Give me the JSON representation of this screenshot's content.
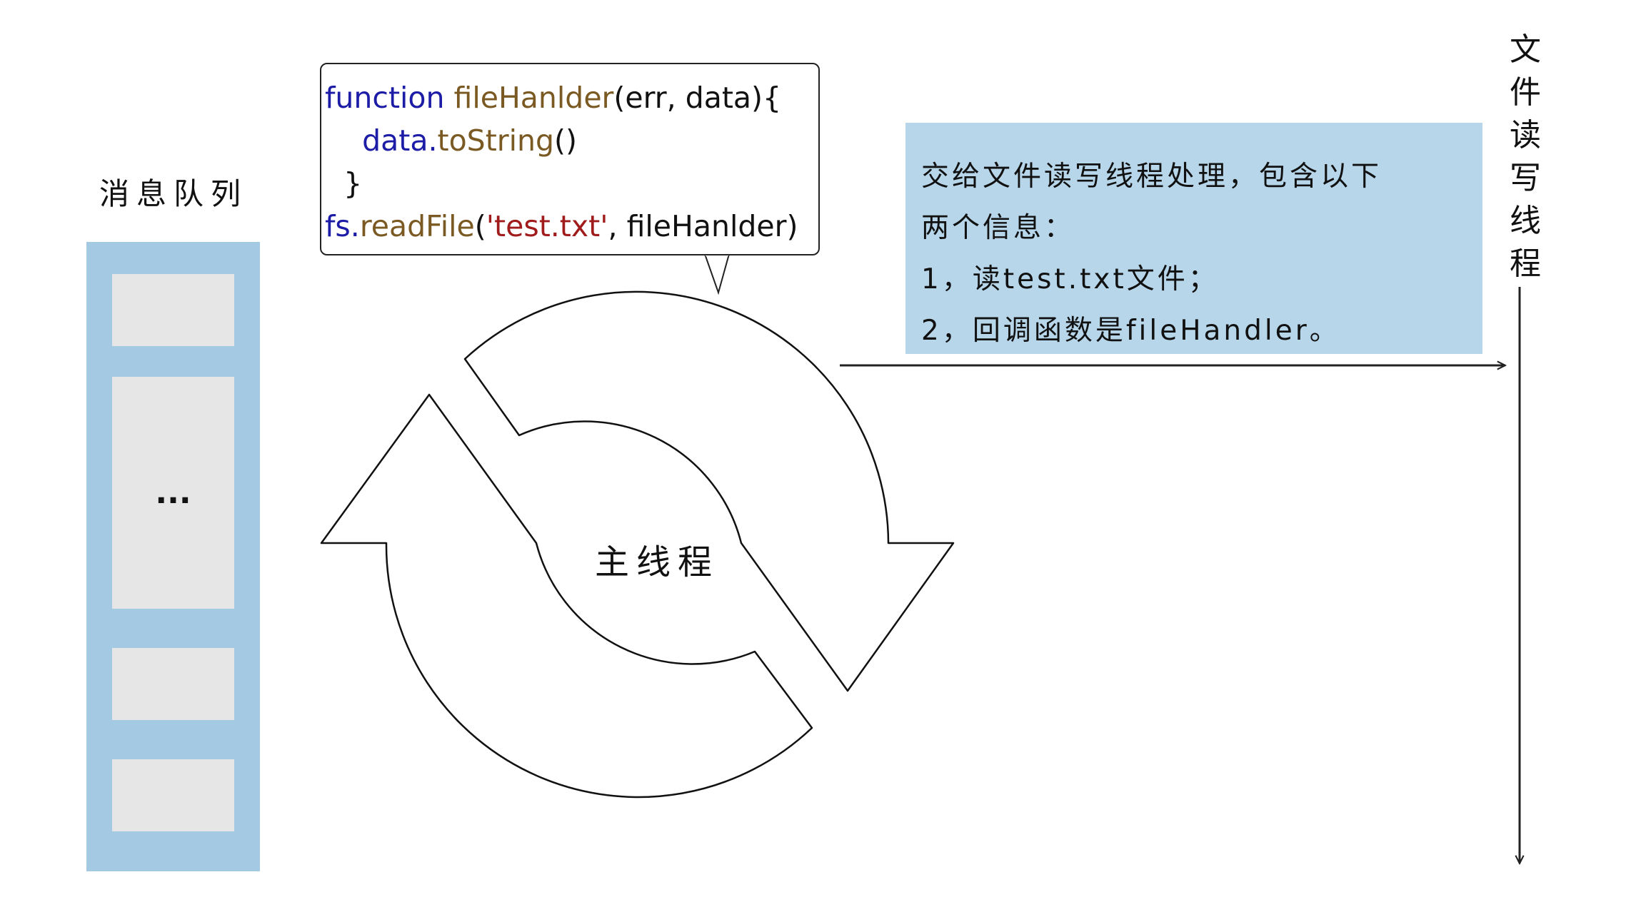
{
  "message_queue": {
    "title": "消息队列",
    "slots": [
      "",
      "...",
      "",
      ""
    ]
  },
  "code_bubble": {
    "line1": {
      "kw": "function ",
      "fn": "fileHanlder",
      "rest": "(err, data){"
    },
    "line2": {
      "obj": "    data.",
      "fn": "toString",
      "rest": "()"
    },
    "line3": "  }",
    "line4": {
      "kw": "fs.",
      "fn": "readFile",
      "open": "(",
      "str": "'test.txt'",
      "rest": ", fileHanlder)"
    }
  },
  "main_thread_label": "主线程",
  "info_box": {
    "lines": [
      "交给文件读写线程处理，包含以下",
      "两个信息：",
      "1，读test.txt文件；",
      "2，回调函数是fileHandler。"
    ]
  },
  "file_thread": {
    "title": [
      "文",
      "件",
      "读",
      "写",
      "线",
      "程"
    ]
  },
  "colors": {
    "queue_bg": "#a4c9e2",
    "slot_bg": "#e6e6e6",
    "info_bg": "#b7d6ea",
    "code_keyword": "#1c1ca6",
    "code_function": "#7a5a22",
    "code_string": "#a01c1c"
  }
}
